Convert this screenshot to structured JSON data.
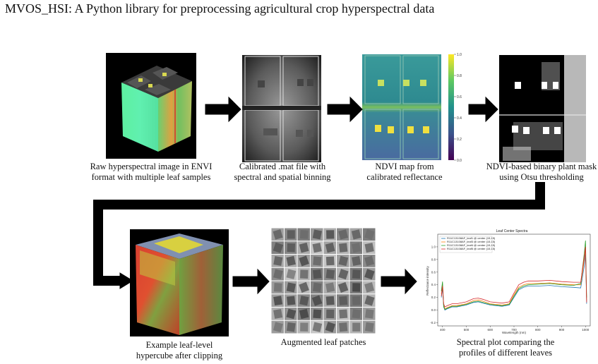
{
  "title": "MVOS_HSI: A Python library for preprocessing agricultural crop hyperspectral data",
  "steps": [
    {
      "caption_lines": [
        "Raw hyperspectral image in ENVI",
        "format with multiple leaf samples"
      ]
    },
    {
      "caption_lines": [
        "Calibrated .mat file with",
        "spectral and spatial binning"
      ]
    },
    {
      "caption_lines": [
        "NDVI map from",
        "calibrated reflectance"
      ]
    },
    {
      "caption_lines": [
        "NDVI-based binary plant mask",
        "using Otsu thresholding"
      ]
    },
    {
      "caption_lines": [
        "Example leaf-level",
        "hypercube after clipping"
      ]
    },
    {
      "caption_lines": [
        "Augmented leaf patches"
      ]
    },
    {
      "caption_lines": [
        "Spectral plot comparing the",
        "profiles of different leaves"
      ]
    }
  ],
  "colorbar": {
    "ticks": [
      "1.0",
      "0.8",
      "0.6",
      "0.4",
      "0.2",
      "0.0"
    ],
    "colors": [
      "#440154",
      "#3b528b",
      "#21918c",
      "#5ec962",
      "#fde725"
    ]
  },
  "chart_data": {
    "type": "line",
    "title": "Leaf Center Spectra",
    "xlabel": "Wavelength (nm)",
    "ylabel": "Reflectance intensity",
    "xlim": [
      380,
      1020
    ],
    "ylim": [
      -0.25,
      1.2
    ],
    "xticks": [
      400,
      500,
      600,
      700,
      800,
      900,
      1000
    ],
    "yticks": [
      -0.2,
      0.0,
      0.2,
      0.4,
      0.6,
      0.8,
      1.0
    ],
    "x": [
      395,
      400,
      405,
      410,
      420,
      440,
      460,
      500,
      530,
      550,
      570,
      600,
      650,
      680,
      700,
      720,
      740,
      760,
      800,
      850,
      900,
      950,
      980,
      995,
      1000,
      1005
    ],
    "series": [
      {
        "name": "R11C13108AF_leaf1 @ center (15,15)",
        "color": "#1f77b4",
        "values": [
          0.2,
          0.35,
          0.05,
          0.0,
          0.02,
          0.05,
          0.05,
          0.08,
          0.12,
          0.13,
          0.11,
          0.08,
          0.06,
          0.08,
          0.2,
          0.32,
          0.36,
          0.38,
          0.38,
          0.39,
          0.37,
          0.36,
          0.35,
          0.7,
          0.9,
          0.1
        ]
      },
      {
        "name": "R11C13108AF_leaf3 @ center (15,15)",
        "color": "#ff7f0e",
        "values": [
          0.25,
          0.4,
          0.08,
          0.02,
          0.04,
          0.07,
          0.07,
          0.1,
          0.15,
          0.16,
          0.14,
          0.1,
          0.08,
          0.1,
          0.24,
          0.36,
          0.4,
          0.42,
          0.42,
          0.43,
          0.41,
          0.4,
          0.4,
          0.8,
          1.0,
          0.15
        ]
      },
      {
        "name": "R11C13108AF_leaf4 @ center (15,15)",
        "color": "#2ca02c",
        "values": [
          0.3,
          0.45,
          0.06,
          0.01,
          0.03,
          0.06,
          0.06,
          0.09,
          0.13,
          0.14,
          0.12,
          0.09,
          0.07,
          0.09,
          0.22,
          0.34,
          0.38,
          0.4,
          0.41,
          0.42,
          0.4,
          0.39,
          0.42,
          0.9,
          1.1,
          0.2
        ]
      },
      {
        "name": "R11C13108AF_leaf5 @ center (15,15)",
        "color": "#d62728",
        "values": [
          0.22,
          0.38,
          0.1,
          0.05,
          0.07,
          0.1,
          0.1,
          0.13,
          0.18,
          0.19,
          0.17,
          0.13,
          0.11,
          0.13,
          0.27,
          0.4,
          0.44,
          0.46,
          0.46,
          0.47,
          0.45,
          0.44,
          0.44,
          0.85,
          1.0,
          0.12
        ]
      }
    ]
  }
}
